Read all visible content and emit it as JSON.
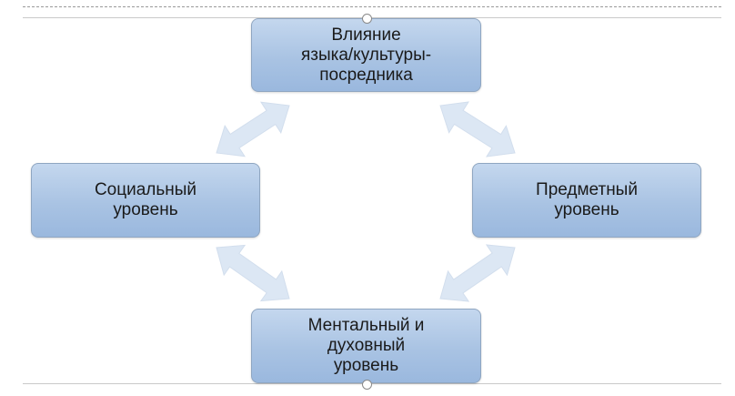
{
  "diagram": {
    "nodes": {
      "top": "Влияние\nязыка/культуры-\nпосредника",
      "left": "Социальный\nуровень",
      "right": "Предметный\nуровень",
      "bottom": "Ментальный и\nдуховный\nуровень"
    },
    "connections": [
      {
        "from": "top",
        "to": "left",
        "style": "double-arrow"
      },
      {
        "from": "top",
        "to": "right",
        "style": "double-arrow"
      },
      {
        "from": "left",
        "to": "bottom",
        "style": "double-arrow"
      },
      {
        "from": "right",
        "to": "bottom",
        "style": "double-arrow"
      }
    ]
  },
  "colors": {
    "node_fill": "#a9c3e3",
    "node_border": "#8fa6c1",
    "arrow_fill": "#dce7f4"
  }
}
